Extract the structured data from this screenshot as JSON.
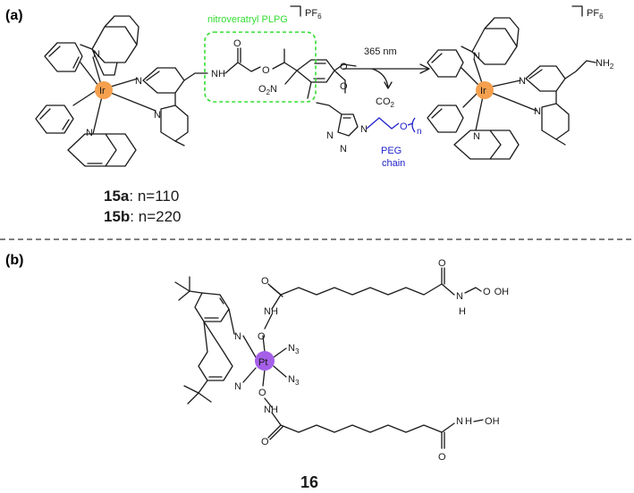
{
  "panel_a": {
    "label": "(a)",
    "counter_ion": "PF",
    "counter_ion_sub": "6",
    "metal": "Ir",
    "ring_atom": "N",
    "amide_nh": "NH",
    "oxygen": "O",
    "nitro": "O",
    "nitro_sub": "2",
    "nitro_n": "N",
    "plpg_label": "nitroveratryl PLPG",
    "triazole_n": "N",
    "peg_o": "O",
    "peg_n": "n",
    "peg_label_1": "PEG",
    "peg_label_2": "chain",
    "wavelength": "365 nm",
    "byproduct": "CO",
    "byproduct_sub": "2",
    "amine": "NH",
    "amine_sub": "2",
    "compound_15a_id": "15a",
    "compound_15a_n": ": n=110",
    "compound_15b_id": "15b",
    "compound_15b_n": ": n=220",
    "colors": {
      "metal": "#f5a04e",
      "plpg": "#33dd33",
      "peg": "#2222cc"
    }
  },
  "panel_b": {
    "label": "(b)",
    "metal": "Pt",
    "ring_atom": "N",
    "azide": "N",
    "azide_sub": "3",
    "oxygen": "O",
    "amide_nh": "NH",
    "hydroxamate_n": "N",
    "hydroxamate_h": "H",
    "hydroxamate_oh": "OH",
    "compound_id": "16",
    "colors": {
      "metal": "#a55fe8"
    }
  }
}
